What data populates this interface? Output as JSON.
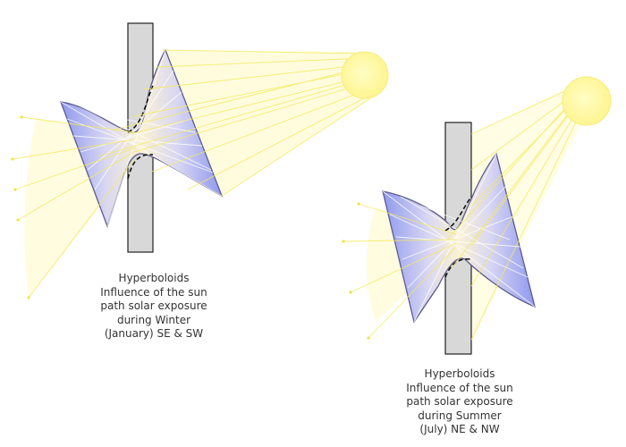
{
  "captions": {
    "winter": [
      "Hyperboloids",
      "Influence of the sun",
      "path solar exposure",
      "during Winter",
      "(January) SE & SW"
    ],
    "summer": [
      "Hyperboloids",
      "Influence of the sun",
      "path solar exposure",
      "during Summer",
      "(July) NE & NW"
    ]
  },
  "colors": {
    "sun": "#fffaa0",
    "sun_ray": "#f7ee6a",
    "light_wash": "#fffbd0",
    "panel_stroke": "#5c5c8a",
    "panel_blue": "#9fa7f2",
    "column_fill": "#d8d8d8",
    "column_stroke": "#222222",
    "caption_text": "#333333"
  }
}
